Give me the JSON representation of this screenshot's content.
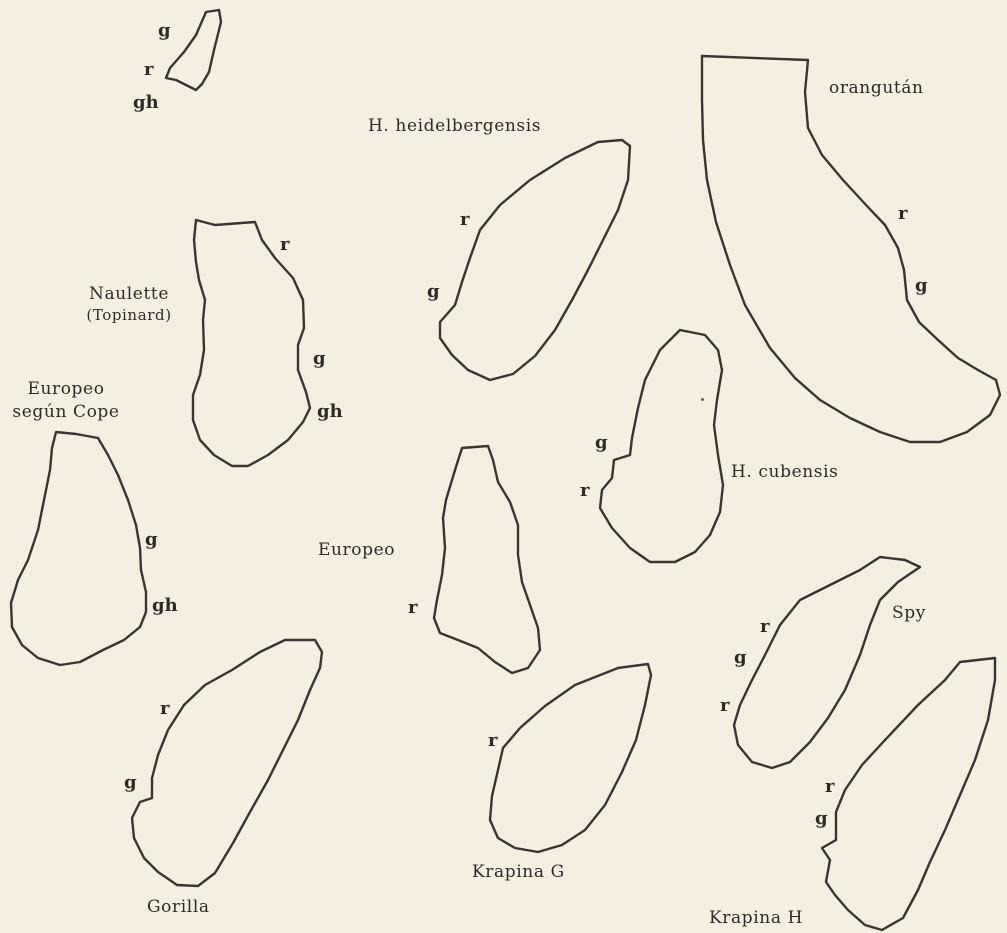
{
  "specimens": {
    "top_small": {
      "marks": [
        "g",
        "r",
        "gh"
      ]
    },
    "naulette": {
      "name_line1": "Naulette",
      "name_line2": "(Topinard)",
      "marks": [
        "r",
        "g",
        "gh"
      ]
    },
    "europeo_cope": {
      "name_line1": "Europeo",
      "name_line2": "según Cope",
      "marks": [
        "g",
        "gh"
      ]
    },
    "gorilla": {
      "name": "Gorilla",
      "marks": [
        "r",
        "g"
      ]
    },
    "heidelbergensis": {
      "name": "H. heidelbergensis",
      "marks": [
        "r",
        "g"
      ]
    },
    "europeo": {
      "name": "Europeo",
      "marks": [
        "r"
      ]
    },
    "krapina_g": {
      "name": "Krapina G",
      "marks": [
        "r"
      ]
    },
    "orangutan": {
      "name": "orangután",
      "marks": [
        "r",
        "g"
      ]
    },
    "cubensis": {
      "name": "H. cubensis",
      "marks": [
        "g",
        "r"
      ]
    },
    "spy": {
      "name": "Spy",
      "marks": [
        "r",
        "g",
        "r"
      ]
    },
    "krapina_h": {
      "name": "Krapina H",
      "marks": [
        "r",
        "g"
      ]
    }
  }
}
